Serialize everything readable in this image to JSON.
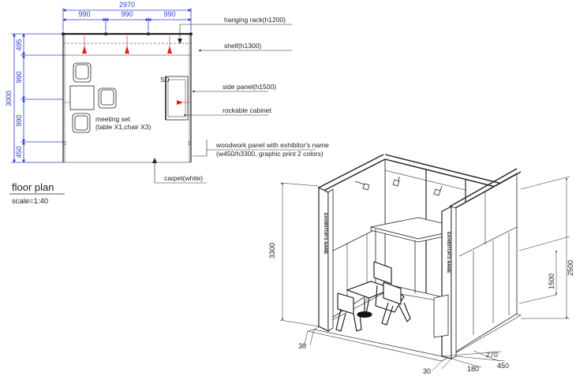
{
  "floor_plan": {
    "title": "floor plan",
    "scale": "scale=1:40",
    "dims": {
      "total_width": "2970",
      "segment_1": "990",
      "segment_2": "990",
      "segment_3": "990",
      "total_depth": "3000",
      "depth_1": "495",
      "depth_2": "990",
      "depth_3": "990",
      "depth_4": "450"
    },
    "sd_mark": "SD",
    "labels": {
      "hanging_rack": "hanging rack(h1200)",
      "shelf": "shelf(h1300)",
      "side_panel": "side panel(h1500)",
      "rockable_cabinet": "rockable cabinet",
      "meeting_set": "meeting set",
      "meeting_set_detail": "(table X1,chair X3)",
      "woodwork_panel": "woodwork panel with exhibitor's name",
      "woodwork_panel_detail": "(w450/h3300, graphic print 2 colors)",
      "carpet": "carpet(white)"
    }
  },
  "perspective": {
    "panel_text": "EXHIBITOR'S NAME",
    "dims": {
      "height_total": "3300",
      "height_panel": "2500",
      "height_side": "1500",
      "base_left": "30",
      "base_front": "30",
      "d_270": "270",
      "d_180": "180",
      "d_450": "450"
    }
  },
  "colors": {
    "dimension_blue": "#2a3bd6",
    "arrow_red": "#e0201b",
    "line": "#222222"
  }
}
